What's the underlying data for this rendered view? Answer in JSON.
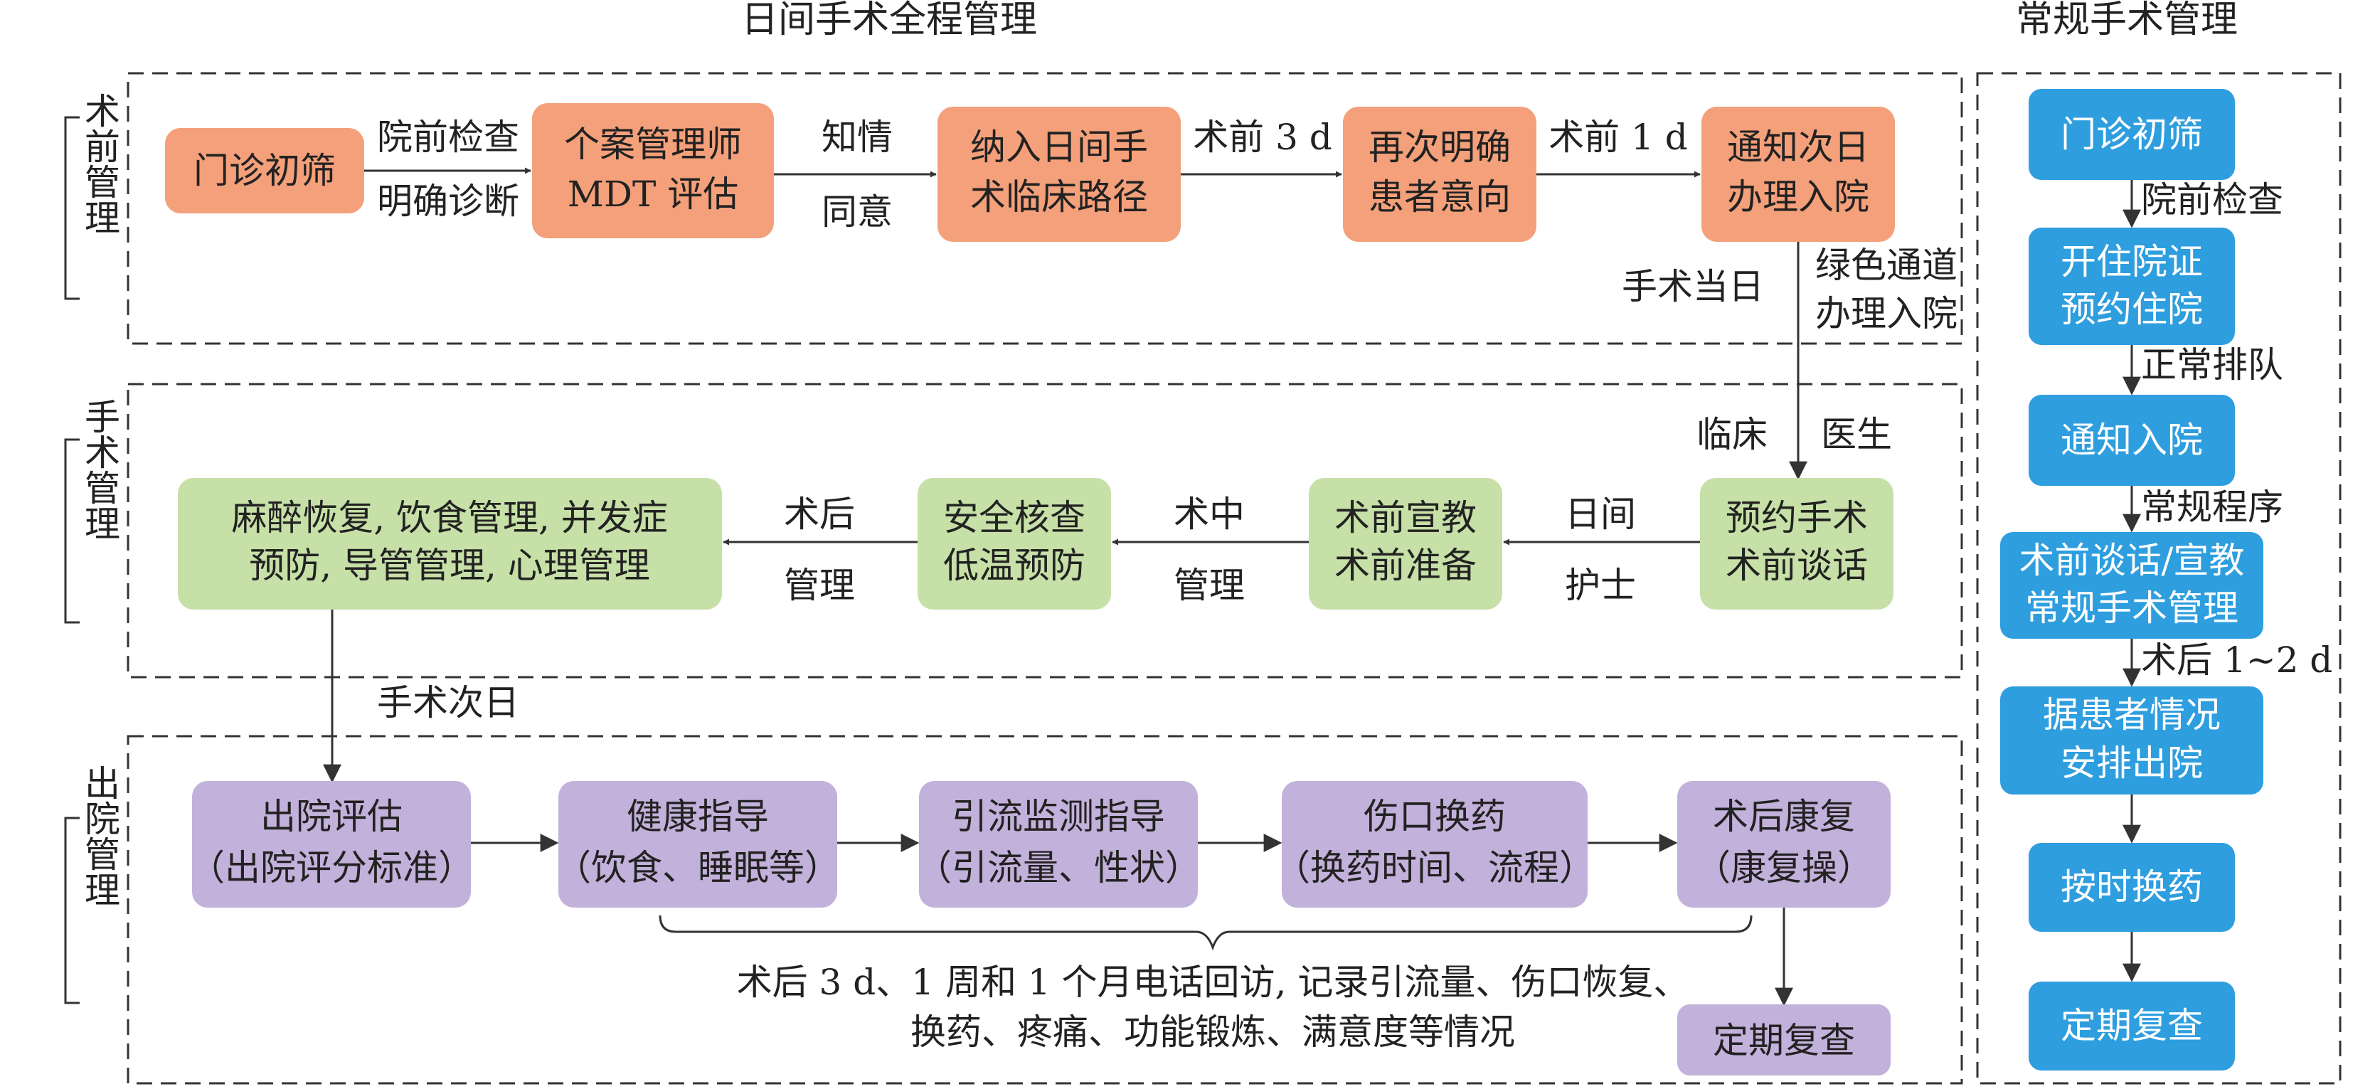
{
  "titles": {
    "main": "日间手术全程管理",
    "side": "常规手术管理"
  },
  "sections": {
    "preop": "术前管理",
    "surgery": "手术管理",
    "discharge": "出院管理"
  },
  "row1": {
    "box1": [
      "门诊初筛"
    ],
    "box2": [
      "个案管理师",
      "MDT 评估"
    ],
    "box3": [
      "纳入日间手",
      "术临床路径"
    ],
    "box4": [
      "再次明确",
      "患者意向"
    ],
    "box5": [
      "通知次日",
      "办理入院"
    ],
    "label1": [
      "院前检查",
      "明确诊断"
    ],
    "label2": [
      "知情",
      "同意"
    ],
    "label3": "术前 3 d",
    "label4": "术前 1 d"
  },
  "transition1": {
    "day": "手术当日",
    "green": [
      "绿色通道",
      "办理入院"
    ],
    "clinical": "临床",
    "doctor": "医生"
  },
  "row2": {
    "box1": [
      "预约手术",
      "术前谈话"
    ],
    "box2": [
      "术前宣教",
      "术前准备"
    ],
    "box3": [
      "安全核查",
      "低温预防"
    ],
    "box4": [
      "麻醉恢复, 饮食管理, 并发症",
      "预防, 导管管理, 心理管理"
    ],
    "label1": [
      "日间",
      "护士"
    ],
    "label2": [
      "术中",
      "管理"
    ],
    "label3": [
      "术后",
      "管理"
    ]
  },
  "transition2": {
    "day": "手术次日"
  },
  "row3": {
    "box1": [
      "出院评估",
      "（出院评分标准）"
    ],
    "box2": [
      "健康指导",
      "（饮食、睡眠等）"
    ],
    "box3": [
      "引流监测指导",
      "（引流量、性状）"
    ],
    "box4": [
      "伤口换药",
      "（换药时间、流程）"
    ],
    "box5": [
      "术后康复",
      "（康复操）"
    ],
    "box6": [
      "定期复查"
    ],
    "followup": [
      "术后 3 d、1 周和 1 个月电话回访, 记录引流量、伤口恢复、",
      "换药、疼痛、功能锻炼、满意度等情况"
    ]
  },
  "side": {
    "box1": [
      "门诊初筛"
    ],
    "box2": [
      "开住院证",
      "预约住院"
    ],
    "box3": [
      "通知入院"
    ],
    "box4": [
      "术前谈话/宣教",
      "常规手术管理"
    ],
    "box5": [
      "据患者情况",
      "安排出院"
    ],
    "box6": [
      "按时换药"
    ],
    "box7": [
      "定期复查"
    ],
    "label1": "院前检查",
    "label2": "正常排队",
    "label3": "常规程序",
    "label4": "术后 1~2 d"
  },
  "colors": {
    "orange": "#F4A07A",
    "green": "#C7E0A7",
    "purple": "#C2B1DA",
    "blue": "#2E9EDF"
  }
}
